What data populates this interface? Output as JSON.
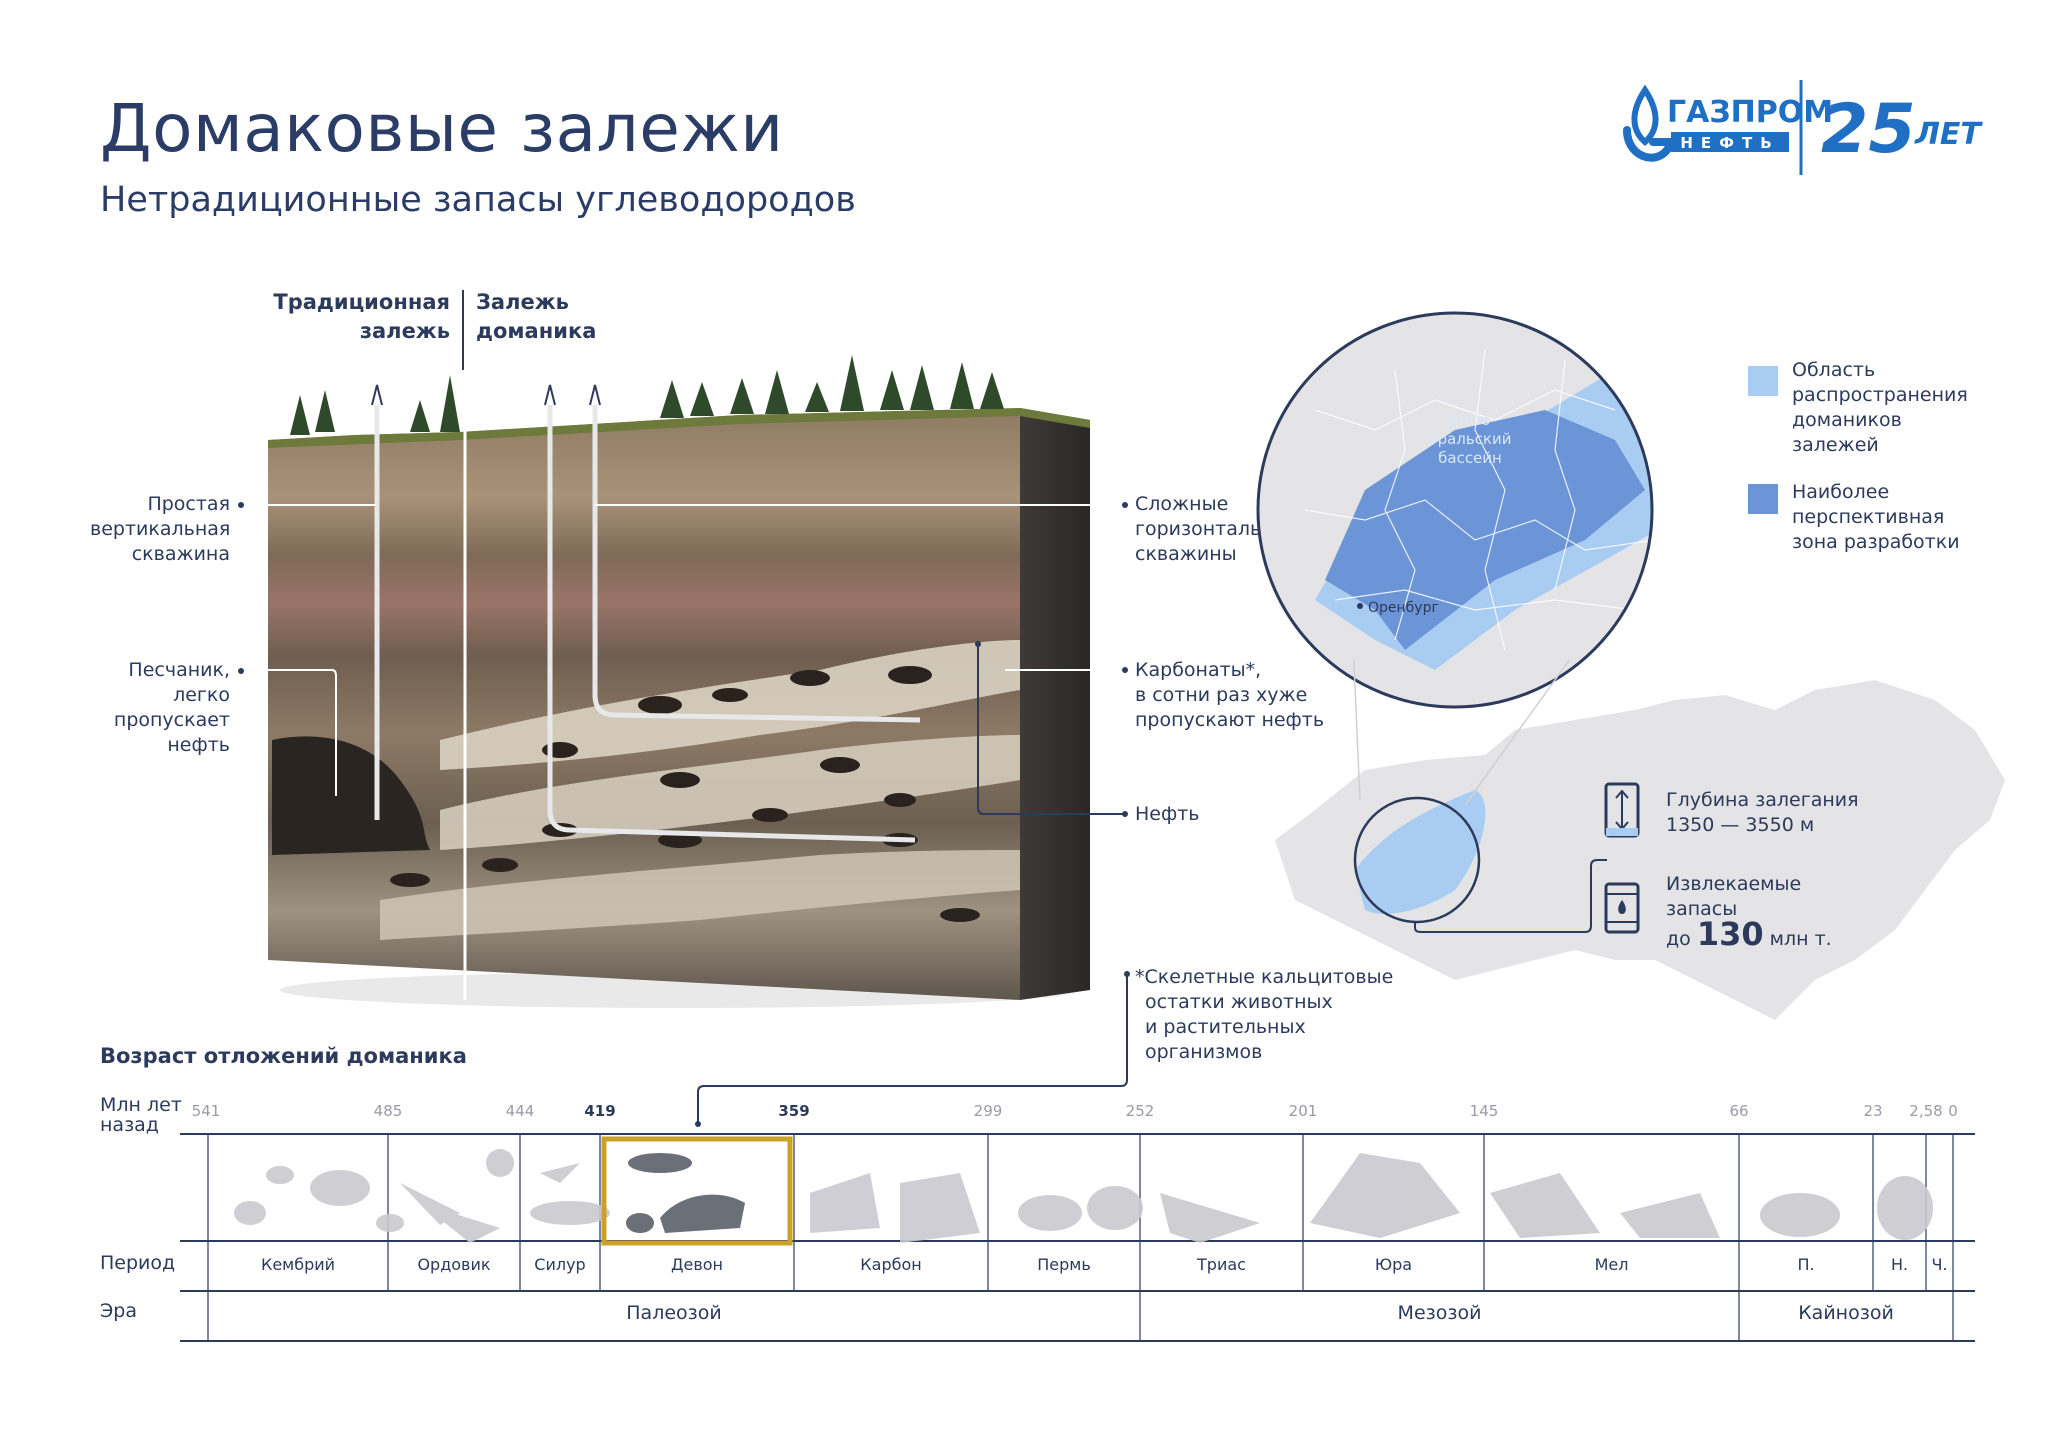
{
  "header": {
    "title": "Домаковые залежи",
    "subtitle": "Нетрадиционные запасы углеводородов"
  },
  "logo": {
    "brand_top": "ГАЗПРОМ",
    "brand_bottom": "НЕФТЬ",
    "anniv_num": "25",
    "anniv_word": "ЛЕТ"
  },
  "section_heads": {
    "traditional": [
      "Традиционная",
      "залежь"
    ],
    "domanik": [
      "Залежь",
      "доманика"
    ]
  },
  "callouts": {
    "vertical_well": [
      "Простая",
      "вертикальная",
      "скважина"
    ],
    "sandstone": [
      "Песчаник,",
      "легко",
      "пропускает",
      "нефть"
    ],
    "horizontal_wells": [
      "Сложные",
      "горизонтальные",
      "скважины"
    ],
    "carbonates": [
      "Карбонаты*,",
      "в сотни раз хуже",
      "пропускают нефть"
    ],
    "oil": "Нефть",
    "footnote": [
      "*Скелетные кальцитовые",
      "остатки животных",
      "и растительных",
      "организмов"
    ]
  },
  "map": {
    "legend": [
      {
        "lines": [
          "Область",
          "распространения",
          "домаников",
          "залежей"
        ],
        "color": "#a9cdf2"
      },
      {
        "lines": [
          "Наиболее",
          "перспективная",
          "зона разработки"
        ],
        "color": "#6b95d6"
      }
    ],
    "basin_label": [
      "Волго-",
      "Уральский",
      "бассейн"
    ],
    "city": "Оренбург"
  },
  "stats": {
    "depth_label": "Глубина залегания",
    "depth_value": "1350 — 3550 м",
    "reserves_label": [
      "Извлекаемые",
      "запасы"
    ],
    "reserves_prefix": "до",
    "reserves_value": "130",
    "reserves_unit": "млн т."
  },
  "timeline": {
    "section_title": "Возраст отложений доманика",
    "row_mya": [
      "Млн лет",
      "назад"
    ],
    "row_period": "Период",
    "row_era": "Эра",
    "ticks": [
      "541",
      "485",
      "444",
      "419",
      "359",
      "299",
      "252",
      "201",
      "145",
      "66",
      "23",
      "2,58",
      "0"
    ],
    "periods": [
      "Кембрий",
      "Ордовик",
      "Силур",
      "Девон",
      "Карбон",
      "Пермь",
      "Триас",
      "Юра",
      "Мел",
      "П.",
      "Н.",
      "Ч."
    ],
    "eras": [
      "Палеозой",
      "Мезозой",
      "Кайнозой"
    ],
    "highlight_color": "#c9a227"
  }
}
